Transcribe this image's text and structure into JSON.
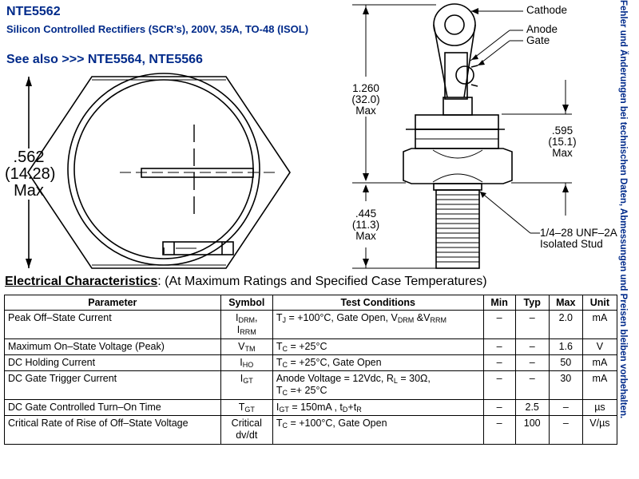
{
  "header": {
    "part_number": "NTE5562",
    "description": "Silicon Controlled Rectifiers (SCR’s), 200V, 35A, TO-48 (ISOL)",
    "see_also": "See also >>> NTE5564, NTE5566"
  },
  "sidebar_note": "Fehler und Änderungen bei technischen Daten, Abmessungen und Preisen bleiben vorbehalten.",
  "drawing": {
    "left_dim": [
      ".562",
      "(14.28)",
      "Max"
    ],
    "height_dim": [
      "1.260",
      "(32.0)",
      "Max"
    ],
    "hex_dim": [
      ".595",
      "(15.1)",
      "Max"
    ],
    "stud_dim": [
      ".445",
      "(11.3)",
      "Max"
    ],
    "cathode": "Cathode",
    "anode": "Anode",
    "gate": "Gate",
    "stud_label": [
      "1/4–28 UNF–2A",
      "Isolated Stud"
    ]
  },
  "electrical": {
    "title": "Electrical Characteristics",
    "subtitle": ":  (At Maximum Ratings and Specified Case Temperatures)",
    "columns": [
      "Parameter",
      "Symbol",
      "Test Conditions",
      "Min",
      "Typ",
      "Max",
      "Unit"
    ],
    "rows": [
      {
        "parameter": "Peak Off–State Current",
        "symbol": "I",
        "conditions": "T",
        "min": "–",
        "typ": "–",
        "max": "2.0",
        "unit": "mA"
      },
      {
        "parameter": "Maximum On–State Voltage (Peak)",
        "symbol": "V",
        "conditions": "T",
        "min": "–",
        "typ": "–",
        "max": "1.6",
        "unit": "V"
      },
      {
        "parameter": "DC Holding Current",
        "symbol": "I",
        "conditions": "T",
        "min": "–",
        "typ": "–",
        "max": "50",
        "unit": "mA"
      },
      {
        "parameter": "DC Gate Trigger Current",
        "symbol": "I",
        "conditions": "Anode Voltage = 12Vdc, R",
        "min": "–",
        "typ": "–",
        "max": "30",
        "unit": "mA"
      },
      {
        "parameter": "DC Gate Controlled Turn–On Time",
        "symbol": "T",
        "conditions": "I",
        "min": "–",
        "typ": "2.5",
        "max": "–",
        "unit": "µs"
      },
      {
        "parameter": "Critical  Rate of Rise of Off–State Voltage",
        "symbol": "Critical dv/dt",
        "conditions": "T",
        "min": "–",
        "typ": "100",
        "max": "–",
        "unit": "V/µs"
      }
    ],
    "pieces": {
      "r0_sym1": "DRM",
      "r0_sym2": "I",
      "r0_sym3": "RRM",
      "r0_c1": "J",
      "r0_c2": " = +100°C, Gate Open, V",
      "r0_c3": "DRM",
      "r0_c4": " &V",
      "r0_c5": "RRM",
      "r1_sym": "TM",
      "r1_c1": "C",
      "r1_c2": " = +25°C",
      "r2_sym": "HO",
      "r2_c1": "C",
      "r2_c2": " = +25°C, Gate Open",
      "r3_sym": "GT",
      "r3_c1": "L",
      "r3_c2": " = 30Ω,",
      "r3_c3": "T",
      "r3_c4": "C",
      "r3_c5": " =+ 25°C",
      "r4_sym": "GT",
      "r4_c1": "GT",
      "r4_c2": " = 150mA , t",
      "r4_c3": "D",
      "r4_c4": "+t",
      "r4_c5": "R",
      "r5_c1": "C",
      "r5_c2": " = +100°C, Gate Open"
    }
  }
}
